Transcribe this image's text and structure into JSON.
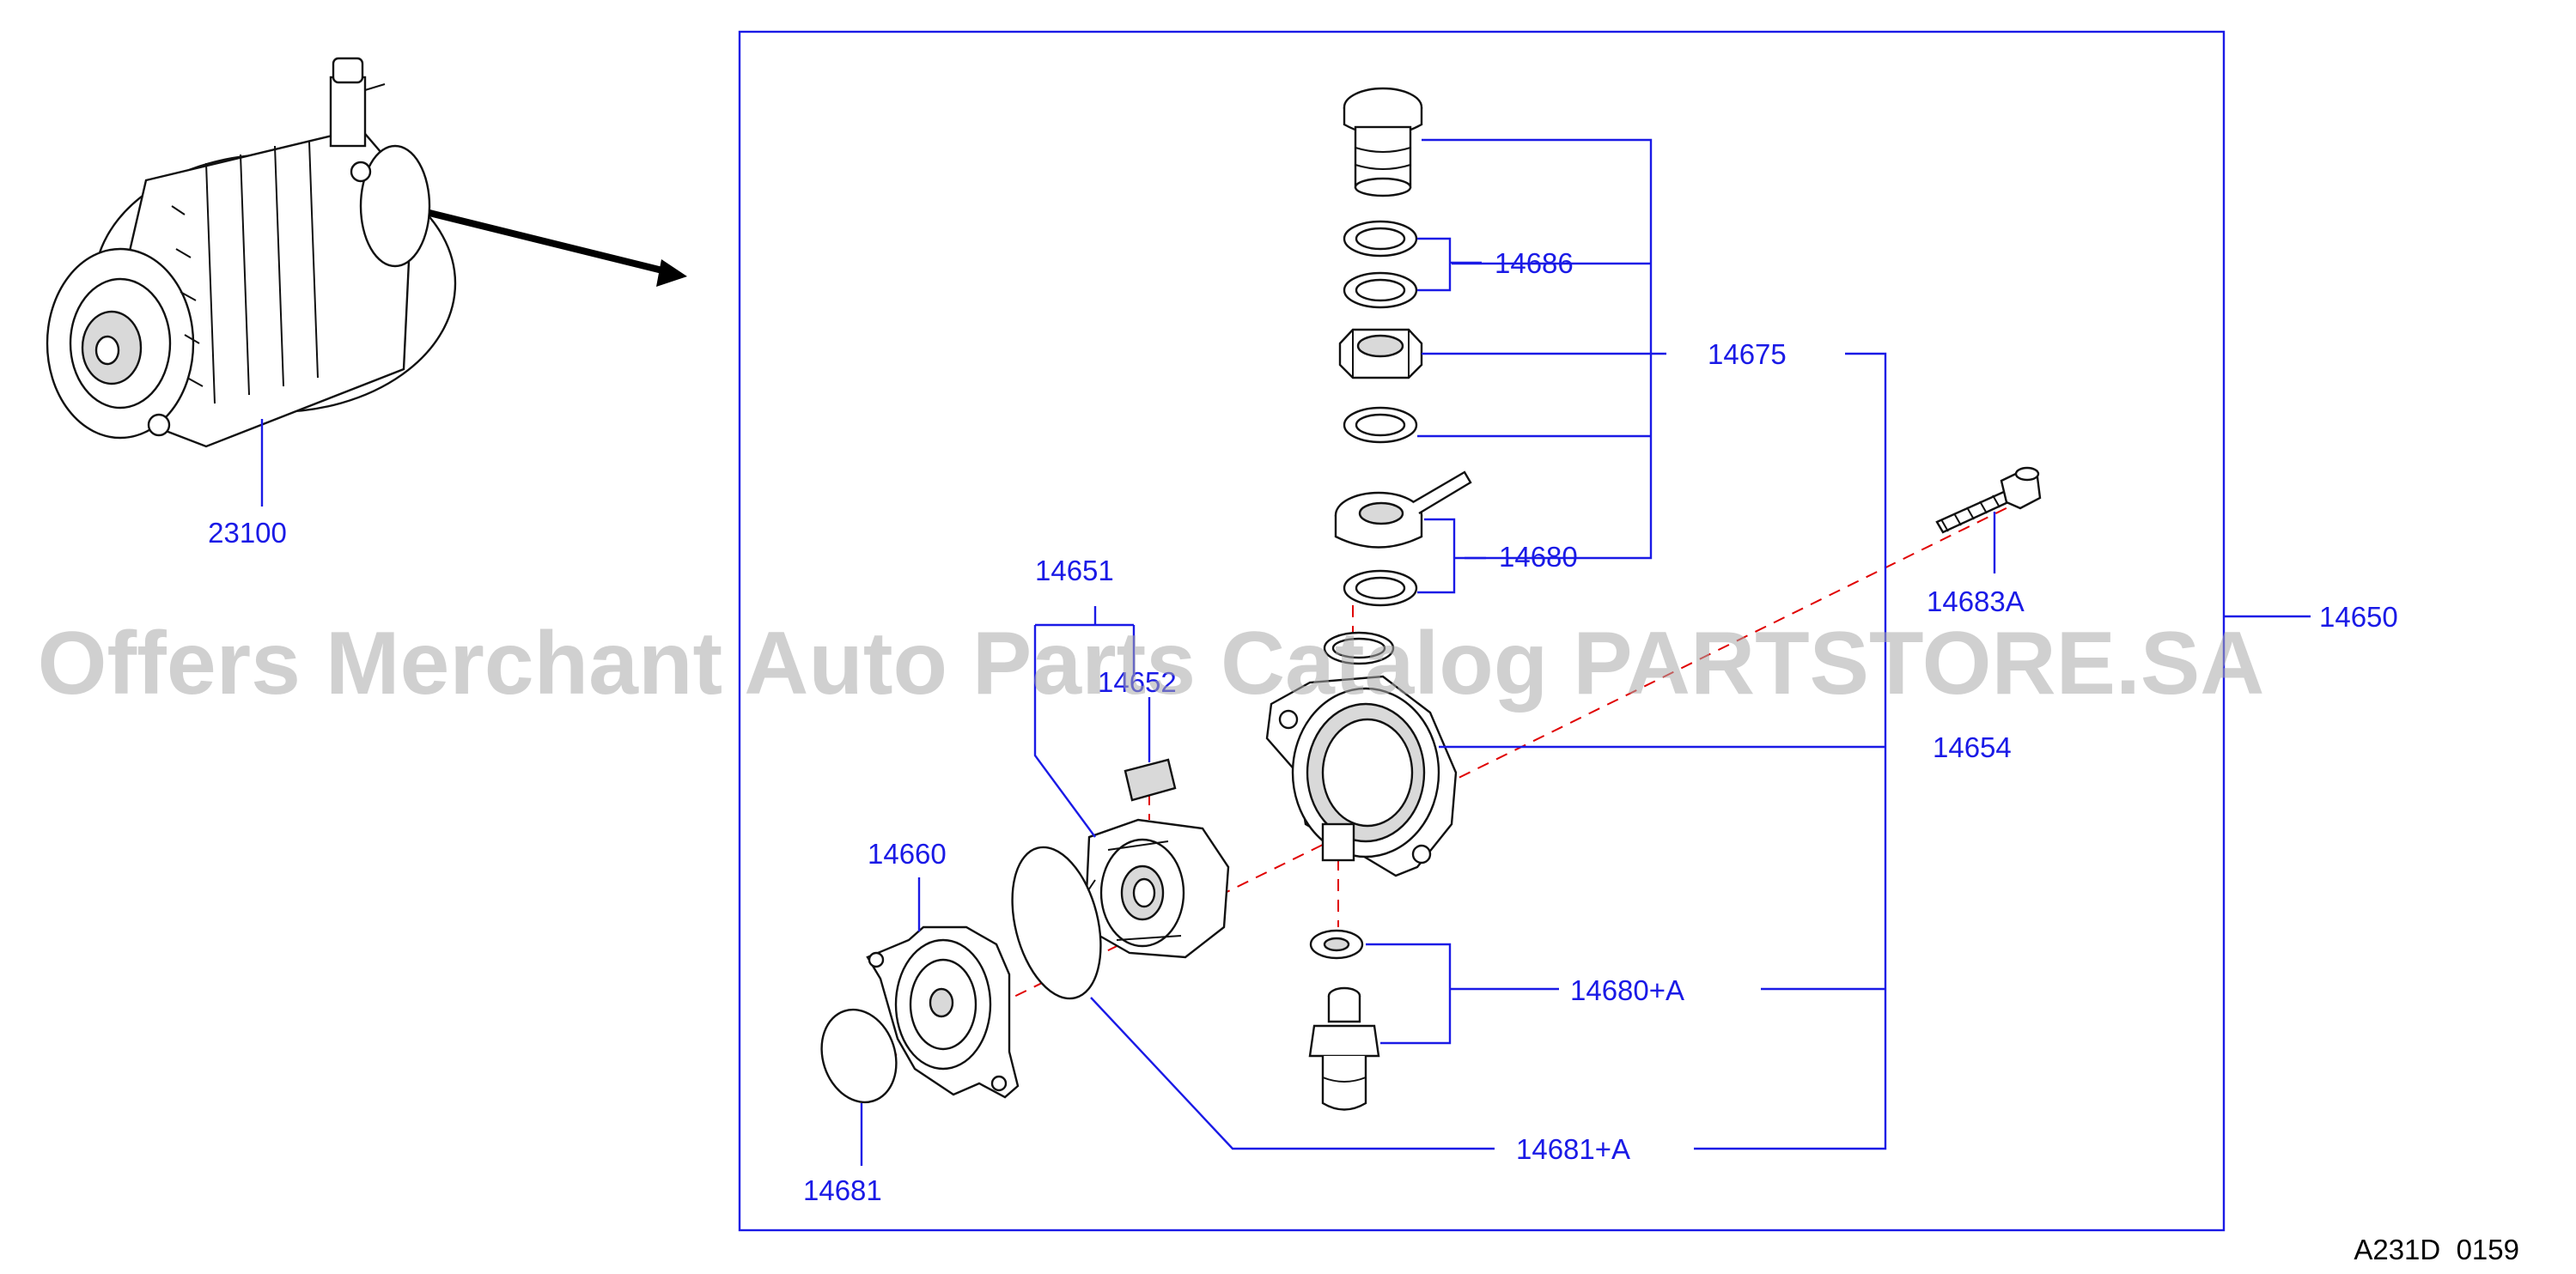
{
  "diagram": {
    "reference_code": "A231D  0159",
    "watermark": "Offers Merchant Auto Parts Catalog PARTSTORE.SA",
    "colors": {
      "label": "#1a1ae6",
      "axis_line": "#e00000",
      "line": "#111111",
      "watermark": "#aaaaaa"
    },
    "labels": {
      "alternator": "23100",
      "vacuum_pump_assembly": "14650",
      "part_14651": "14651",
      "part_14652": "14652",
      "part_14654": "14654",
      "part_14660": "14660",
      "part_14675": "14675",
      "part_14680": "14680",
      "part_14680a": "14680+A",
      "part_14681": "14681",
      "part_14681a": "14681+A",
      "part_14683a": "14683A",
      "part_14686": "14686"
    }
  }
}
